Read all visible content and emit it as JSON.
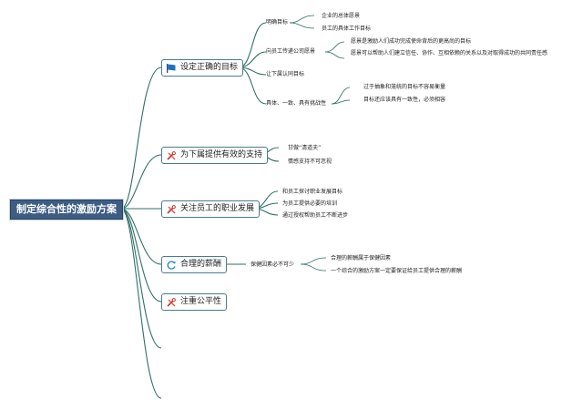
{
  "root": "制定综合性的激励方案",
  "topics": [
    {
      "label": "设定正确的目标",
      "icon": "flag-icon",
      "children": [
        {
          "label": "明确目标",
          "children": [
            "企业的总体愿景",
            "员工的具体工作目标"
          ]
        },
        {
          "label": "向员工传递公司愿景",
          "children": [
            "愿景是激励人们成功完成使命背后的更高尚的目标",
            "愿景可以帮助人们建立信任、协作、互相依赖的关系以及对取得成功的共同责任感"
          ]
        },
        {
          "label": "让下属认同目标",
          "children": []
        },
        {
          "label": "具体、一致、具有挑战性",
          "children": [
            "过于抽象和笼统的目标不容易衡量",
            "目标还应该具有一致性，必须相容"
          ]
        }
      ]
    },
    {
      "label": "为下属提供有效的支持",
      "icon": "tools-icon",
      "children": [
        {
          "label": "甘做“清道夫”",
          "children": []
        },
        {
          "label": "情感支持不可忽视",
          "children": []
        }
      ]
    },
    {
      "label": "关注员工的职业发展",
      "icon": "tools-icon",
      "children": [
        {
          "label": "和员工探讨职业发展目标",
          "children": []
        },
        {
          "label": "为员工提供必要的培训",
          "children": []
        },
        {
          "label": "通过授权帮助员工不断进步",
          "children": []
        }
      ]
    },
    {
      "label": "合理的薪酬",
      "icon": "refresh-icon",
      "children": [
        {
          "label": "保健因素必不可少",
          "children": [
            "合理的薪酬属于保健因素",
            "一个综合的激励方案一定要保证给员工提供合理的薪酬"
          ]
        }
      ]
    },
    {
      "label": "注重公平性",
      "icon": "tools-icon",
      "children": []
    }
  ],
  "colors": {
    "root_bg": "#3d5d82",
    "line": "#2f6f67",
    "flag": "#1f6fc0",
    "tools": "#c0392b",
    "refresh": "#2a8fc4"
  }
}
